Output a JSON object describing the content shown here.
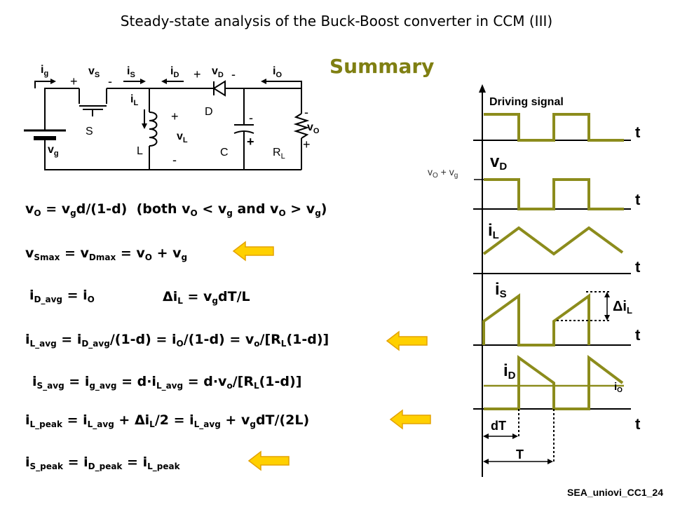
{
  "title": "Steady-state analysis of the Buck-Boost converter in CCM (III)",
  "summary": "Summary",
  "footer": "SEA_uniovi_CC1_24",
  "circuit": {
    "ig": "i",
    "ig_sub": "g",
    "vs": "v",
    "vs_sub": "S",
    "is": "i",
    "is_sub": "S",
    "id": "i",
    "id_sub": "D",
    "vd": "v",
    "vd_sub": "D",
    "io": "i",
    "io_sub": "O",
    "il": "i",
    "il_sub": "L",
    "vl": "v",
    "vl_sub": "L",
    "vo": "v",
    "vo_sub": "O",
    "vg": "v",
    "vg_sub": "g",
    "rl": "R",
    "rl_sub": "L",
    "s_label": "S",
    "l_label": "L",
    "d_label": "D",
    "c_label": "C",
    "plus": "+",
    "minus": "-"
  },
  "equations": {
    "e1": "v<sub>O</sub> = v<sub>g</sub>d/(1-d)&nbsp; (both v<sub>O</sub> &lt; v<sub>g</sub> and v<sub>O</sub> &gt; v<sub>g</sub>)",
    "e2": "v<sub>Smax</sub> = v<sub>Dmax</sub> = v<sub>O</sub> + v<sub>g</sub>",
    "e3": "i<sub>D_avg</sub> = i<sub>O</sub>",
    "e4": "Δi<sub>L</sub> = v<sub>g</sub>dT/L",
    "e5": "i<sub>L_avg</sub> = i<sub>D_avg</sub>/(1-d) = i<sub>O</sub>/(1-d) = v<sub>o</sub>/[R<sub>L</sub>(1-d)]",
    "e6": "i<sub>S_avg</sub> = i<sub>g_avg</sub> = d·i<sub>L_avg</sub> = d·v<sub>o</sub>/[R<sub>L</sub>(1-d)]",
    "e7": "i<sub>L_peak</sub> = i<sub>L_avg</sub> + Δi<sub>L</sub>/2 = i<sub>L_avg</sub> + v<sub>g</sub>dT/(2L)",
    "e8": "i<sub>S_peak</sub> = i<sub>D_peak</sub> = i<sub>L_peak</sub>"
  },
  "waveforms": {
    "driving_signal": "Driving signal",
    "t": "t",
    "vd": "v",
    "vd_sub": "D",
    "vo_vg": "v",
    "vo_vg_sub1": "O",
    "vo_vg_mid": " + v",
    "vo_vg_sub2": "g",
    "il": "i",
    "il_sub": "L",
    "is": "i",
    "is_sub": "S",
    "delta_il": "Δi",
    "delta_il_sub": "L",
    "id": "i",
    "id_sub": "D",
    "io": "i",
    "io_sub": "O",
    "dT": "dT",
    "T": "T"
  },
  "colors": {
    "summary": "#7f7f12",
    "wave": "#8c8c1c",
    "arrow_fill": "#ffd000",
    "arrow_stroke": "#e4a200"
  }
}
